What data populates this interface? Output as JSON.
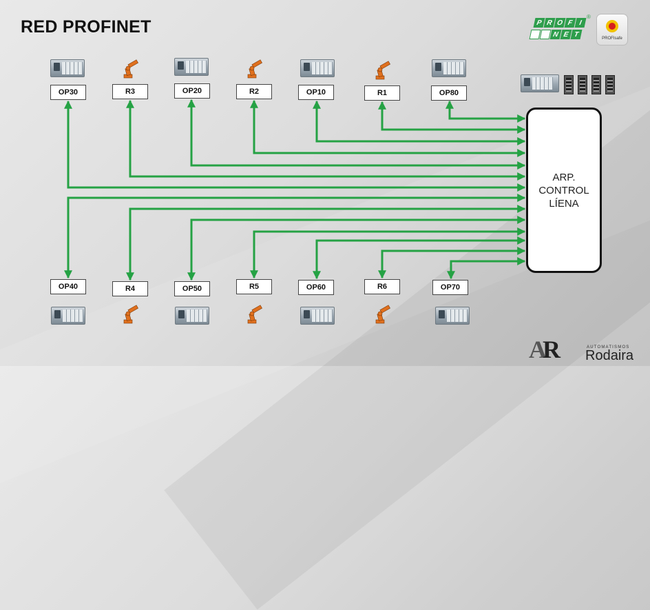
{
  "title": "RED PROFINET",
  "central_box": {
    "lines": [
      "ARP.",
      "CONTROL",
      "LÍENA"
    ]
  },
  "top_nodes": [
    {
      "label": "OP30",
      "device": "plc"
    },
    {
      "label": "R3",
      "device": "robot"
    },
    {
      "label": "OP20",
      "device": "plc"
    },
    {
      "label": "R2",
      "device": "robot"
    },
    {
      "label": "OP10",
      "device": "plc"
    },
    {
      "label": "R1",
      "device": "robot"
    },
    {
      "label": "OP80",
      "device": "plc"
    }
  ],
  "bottom_nodes": [
    {
      "label": "OP40",
      "device": "plc"
    },
    {
      "label": "R4",
      "device": "robot"
    },
    {
      "label": "OP50",
      "device": "plc"
    },
    {
      "label": "R5",
      "device": "robot"
    },
    {
      "label": "OP60",
      "device": "plc"
    },
    {
      "label": "R6",
      "device": "robot"
    },
    {
      "label": "OP70",
      "device": "plc"
    }
  ],
  "logos": {
    "profinet": {
      "row1": [
        "P",
        "R",
        "O",
        "F",
        "I"
      ],
      "row2": [
        "N",
        "E",
        "T"
      ],
      "reg": "®"
    },
    "profisafe": {
      "text": "PROFIsafe"
    },
    "company": {
      "mark_left": "A",
      "mark_right": "R",
      "sub": "AUTOMATISMOS",
      "name": "Rodaira"
    }
  },
  "colors": {
    "link": "#25a244",
    "box_border": "#111111"
  },
  "icons": {
    "plc": "plc-rack-icon",
    "robot": "industrial-robot-icon",
    "switch": "network-switch-icon"
  }
}
